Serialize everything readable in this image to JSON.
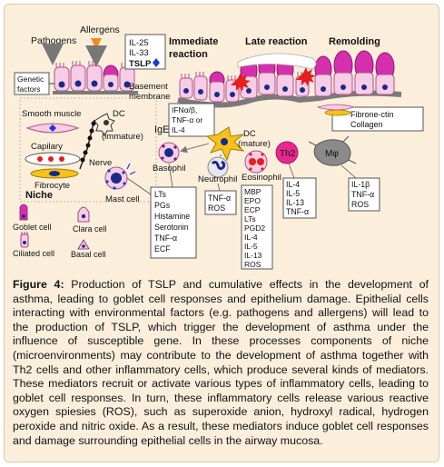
{
  "labels": {
    "allergens": "Allergens",
    "pathogens": "Pathogens",
    "genetic_factors": [
      "Genetic",
      "factors"
    ],
    "il25": "IL-25",
    "il33": "IL-33",
    "tslp": "TSLP",
    "basement_membrane": [
      "Basement",
      "membrane"
    ],
    "immediate_reaction": [
      "Immediate",
      "reaction"
    ],
    "late_reaction": "Late reaction",
    "remolding": "Remolding",
    "fibronectin_collagen": [
      "Fibrone-ctin",
      "Collagen"
    ],
    "smooth_muscle": "Smooth muscle",
    "dc_immature": [
      "DC",
      "(immature)"
    ],
    "capilary": "Capilary",
    "nerve": "Nerve",
    "fibrocyte": "Fibrocyte",
    "niche": "Niche",
    "mast_cell": "Mast cell",
    "ige": "IgE",
    "basophil": "Basophil",
    "neutrophil": "Neutrophil",
    "eosinophil": "Eosinophil",
    "dc_mature": [
      "DC",
      "(mature)"
    ],
    "th2": "Th2",
    "mphi": "Mφ",
    "goblet_cell": "Goblet cell",
    "clara_cell": "Clara cell",
    "ciliated_cell": "Ciliated cell",
    "basal_cell": "Basal cell"
  },
  "mediator_boxes": {
    "dc_mature": [
      "IFNα/β,",
      "TNF-α or",
      "IL-4"
    ],
    "mast_basophil": [
      "LTs",
      "PGs",
      "Histamine",
      "Serotonin",
      "TNF-α",
      "ECF"
    ],
    "neutrophil": [
      "TNF-α",
      "ROS"
    ],
    "eosinophil": [
      "MBP",
      "EPO",
      "ECP",
      "LTs",
      "PGD2",
      "IL-4",
      "IL-5",
      "IL-13",
      "ROS"
    ],
    "th2": [
      "IL-4",
      "IL-5",
      "IL-13",
      "TNF-α"
    ],
    "macrophage": [
      "IL-1β",
      "TNF-α",
      "ROS"
    ]
  },
  "caption": {
    "label": "Figure 4:",
    "text": "Production of TSLP and cumulative effects in the development of asthma, leading to goblet cell responses and epithelium damage. Epithelial cells interacting with environmental factors (e.g. pathogens and allergens) will lead to the production of TSLP, which trigger the development of asthma under the influence of susceptible gene. In these processes components of niche (microenvironments) may contribute to the development of asthma together with Th2 cells and other inflammatory cells, which produce several kinds of mediators. These mediators recruit or activate various types of inflammatory cells, leading to goblet cell responses. In turn, these inflammatory cells release various reactive oxygen spiesies (ROS), such as superoxide anion, hydroxyl radical, hydrogen peroxide and nitric oxide. As a result, these mediators induce goblet cell responses and damage surrounding epithelial cells in the airway mucosa."
  },
  "colors": {
    "background": "#fbefdc",
    "epithelium": "#f7cde6",
    "epithelium_outline": "#b0508a",
    "nucleus": "#1a2a8a",
    "goblet": "#d62fae",
    "basement": "#7a7a7a",
    "mucus": "#ffffff",
    "th2": "#e8288e",
    "allergen_arrow": "#f08a1c",
    "fibrocyte": "#f6c21a",
    "damage": "#e61e1e",
    "macrophage": "#8a8a8a"
  }
}
